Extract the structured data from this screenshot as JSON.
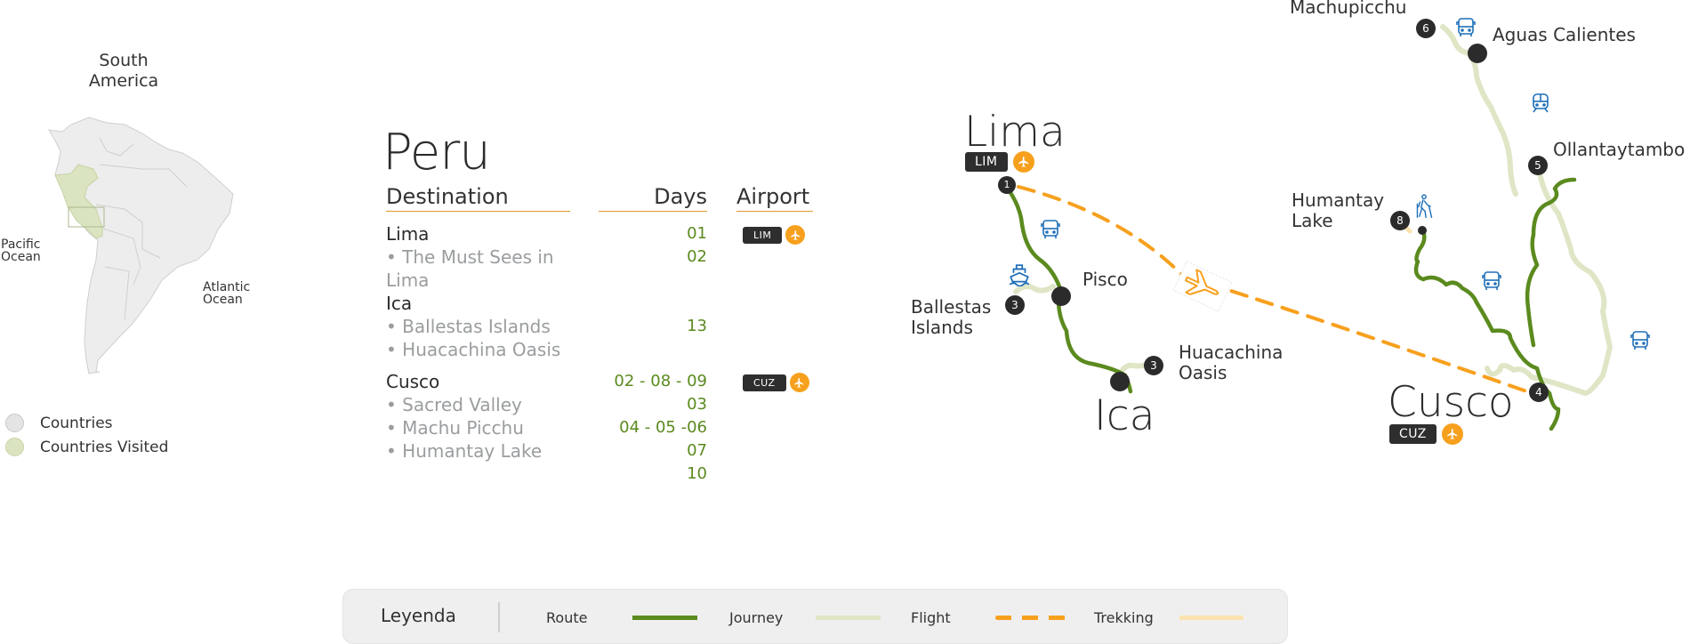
{
  "overview": {
    "title_line1": "South",
    "title_line2": "America",
    "ocean_pacific_line1": "Pacific",
    "ocean_pacific_line2": "Ocean",
    "ocean_atlantic_line1": "Atlantic",
    "ocean_atlantic_line2": "Ocean",
    "legend": [
      {
        "label": "Countries",
        "color": "#e4e4e4"
      },
      {
        "label": "Countries Visited",
        "color": "#dbe4c0"
      }
    ]
  },
  "itinerary": {
    "country": "Peru",
    "headers": {
      "destination": "Destination",
      "days": "Days",
      "airport": "Airport"
    },
    "rows": [
      {
        "destination": "Lima",
        "type": "main",
        "days": "01",
        "airport": "LIM"
      },
      {
        "destination": "• The Must Sees in Lima",
        "type": "sub",
        "days": "02",
        "airport": ""
      },
      {
        "destination": "Ica",
        "type": "main",
        "days": "",
        "airport": ""
      },
      {
        "destination": "• Ballestas Islands",
        "type": "sub",
        "days": "13",
        "airport": ""
      },
      {
        "destination": "• Huacachina Oasis",
        "type": "sub",
        "days": "",
        "airport": ""
      },
      {
        "destination": "Cusco",
        "type": "main",
        "days": "02 - 08 - 09",
        "airport": "CUZ"
      },
      {
        "destination": "• Sacred Valley",
        "type": "sub",
        "days": "03",
        "airport": ""
      },
      {
        "destination": "• Machu Picchu",
        "type": "sub",
        "days": "04 - 05 -06",
        "airport": ""
      },
      {
        "destination": "• Humantay Lake",
        "type": "sub",
        "days": "07",
        "airport": ""
      },
      {
        "destination": "",
        "type": "sub",
        "days": "10",
        "airport": ""
      }
    ]
  },
  "route_map": {
    "cities": {
      "lima": {
        "name": "Lima",
        "code": "LIM"
      },
      "ica": {
        "name": "Ica"
      },
      "cusco": {
        "name": "Cusco",
        "code": "CUZ"
      }
    },
    "places": {
      "pisco": "Pisco",
      "ballestas_line1": "Ballestas",
      "ballestas_line2": "Islands",
      "huacachina_line1": "Huacachina",
      "huacachina_line2": "Oasis",
      "machupicchu": "Machupicchu",
      "aguas": "Aguas Calientes",
      "ollantaytambo": "Ollantaytambo",
      "humantay_line1": "Humantay",
      "humantay_line2": "Lake"
    },
    "stops": {
      "lima": "1",
      "ballestas": "3",
      "huacachina": "3",
      "cusco": "4",
      "ollantaytambo": "5",
      "machupicchu": "6",
      "humantay": "8"
    }
  },
  "legend": {
    "title": "Leyenda",
    "items": [
      {
        "label": "Route",
        "style": "solid",
        "color": "#5b8a1e"
      },
      {
        "label": "Journey",
        "style": "solid",
        "color": "#dfe6c6"
      },
      {
        "label": "Flight",
        "style": "dashed",
        "color": "#f7a01d"
      },
      {
        "label": "Trekking",
        "style": "solid",
        "color": "#fbe3b0"
      }
    ]
  },
  "colors": {
    "route": "#5b8a1e",
    "journey": "#dfe6c6",
    "flight": "#f7a01d",
    "trekking": "#fbe3b0",
    "icon_blue": "#1e6fb8",
    "accent_underline": "#e09a2c"
  }
}
